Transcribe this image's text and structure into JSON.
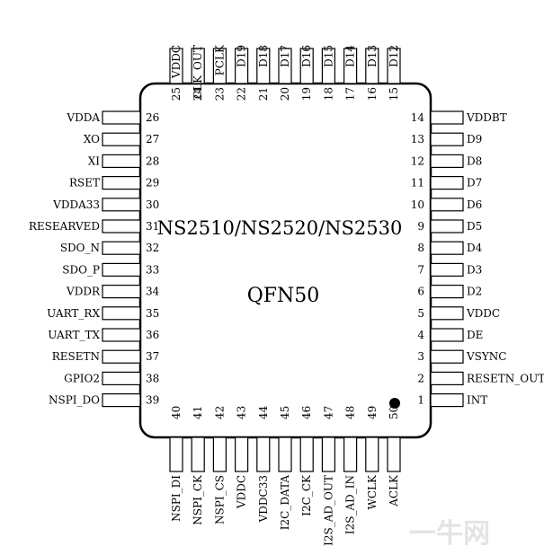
{
  "chip": {
    "part_numbers": "NS2510/NS2520/NS2530",
    "package": "QFN50"
  },
  "pins": {
    "top": [
      {
        "num": "25",
        "name": "VDDC"
      },
      {
        "num": "24",
        "name": "CLK_OUT"
      },
      {
        "num": "23",
        "name": "PCLK"
      },
      {
        "num": "22",
        "name": "D19"
      },
      {
        "num": "21",
        "name": "D18"
      },
      {
        "num": "20",
        "name": "D17"
      },
      {
        "num": "19",
        "name": "D16"
      },
      {
        "num": "18",
        "name": "D15"
      },
      {
        "num": "17",
        "name": "D14"
      },
      {
        "num": "16",
        "name": "D13"
      },
      {
        "num": "15",
        "name": "D12"
      }
    ],
    "left": [
      {
        "num": "26",
        "name": "VDDA"
      },
      {
        "num": "27",
        "name": "XO"
      },
      {
        "num": "28",
        "name": "XI"
      },
      {
        "num": "29",
        "name": "RSET"
      },
      {
        "num": "30",
        "name": "VDDA33"
      },
      {
        "num": "31",
        "name": "RESEARVED"
      },
      {
        "num": "32",
        "name": "SDO_N"
      },
      {
        "num": "33",
        "name": "SDO_P"
      },
      {
        "num": "34",
        "name": "VDDR"
      },
      {
        "num": "35",
        "name": "UART_RX"
      },
      {
        "num": "36",
        "name": "UART_TX"
      },
      {
        "num": "37",
        "name": "RESETN"
      },
      {
        "num": "38",
        "name": "GPIO2"
      },
      {
        "num": "39",
        "name": "NSPI_DO"
      }
    ],
    "right": [
      {
        "num": "14",
        "name": "VDDBT"
      },
      {
        "num": "13",
        "name": "D9"
      },
      {
        "num": "12",
        "name": "D8"
      },
      {
        "num": "11",
        "name": "D7"
      },
      {
        "num": "10",
        "name": "D6"
      },
      {
        "num": "9",
        "name": "D5"
      },
      {
        "num": "8",
        "name": "D4"
      },
      {
        "num": "7",
        "name": "D3"
      },
      {
        "num": "6",
        "name": "D2"
      },
      {
        "num": "5",
        "name": "VDDC"
      },
      {
        "num": "4",
        "name": "DE"
      },
      {
        "num": "3",
        "name": "VSYNC"
      },
      {
        "num": "2",
        "name": "RESETN_OUT"
      },
      {
        "num": "1",
        "name": "INT"
      }
    ],
    "bottom": [
      {
        "num": "40",
        "name": "NSPI_DI"
      },
      {
        "num": "41",
        "name": "NSPI_CK"
      },
      {
        "num": "42",
        "name": "NSPI_CS"
      },
      {
        "num": "43",
        "name": "VDDC"
      },
      {
        "num": "44",
        "name": "VDDC33"
      },
      {
        "num": "45",
        "name": "I2C_DATA"
      },
      {
        "num": "46",
        "name": "I2C_CK"
      },
      {
        "num": "47",
        "name": "I2S_AD_OUT"
      },
      {
        "num": "48",
        "name": "I2S_AD_IN"
      },
      {
        "num": "49",
        "name": "WCLK"
      },
      {
        "num": "50",
        "name": "ACLK"
      }
    ]
  },
  "watermark": "一牛网",
  "colors": {
    "line": "#000000",
    "background": "#ffffff"
  }
}
